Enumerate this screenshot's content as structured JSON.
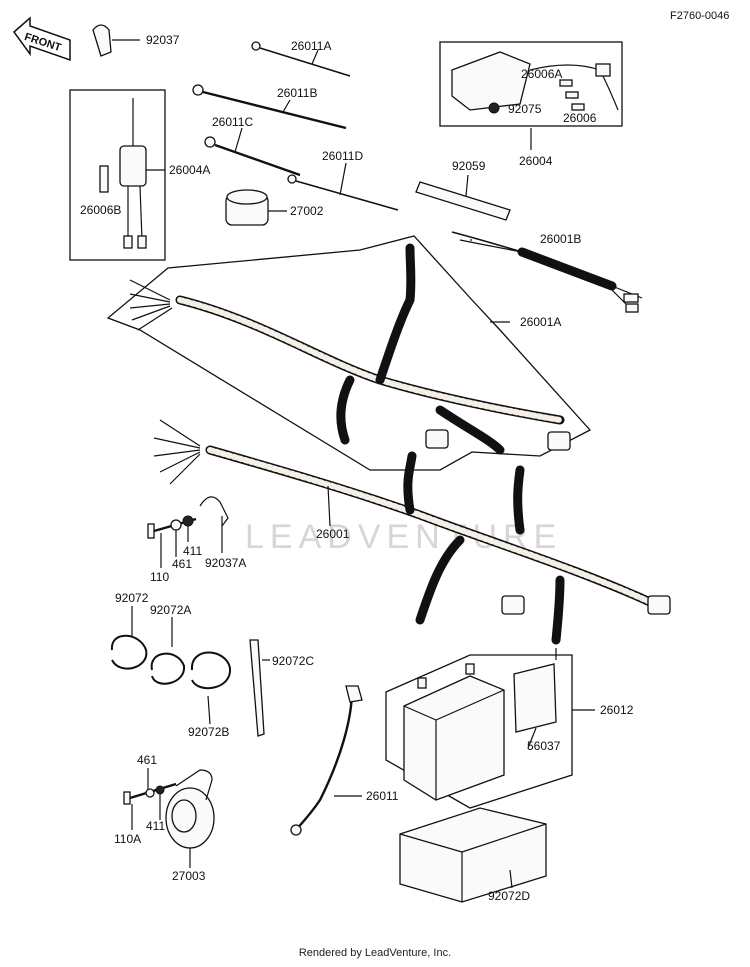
{
  "diagram_code": "F2760-0046",
  "front_label": "FRONT",
  "watermark": "LEADVENTURE",
  "footer": "Rendered by LeadVenture, Inc.",
  "parts": {
    "p92037": "92037",
    "p26011A": "26011A",
    "p26011B": "26011B",
    "p26011C": "26011C",
    "p26011D": "26011D",
    "p26004A": "26004A",
    "p26006B": "26006B",
    "p27002": "27002",
    "p26006A": "26006A",
    "p92075": "92075",
    "p26006": "26006",
    "p26004": "26004",
    "p92059": "92059",
    "p26001B": "26001B",
    "p26001A": "26001A",
    "p26001": "26001",
    "p411a": "411",
    "p461a": "461",
    "p110": "110",
    "p92037A": "92037A",
    "p92072": "92072",
    "p92072A": "92072A",
    "p92072B": "92072B",
    "p92072C": "92072C",
    "p26012": "26012",
    "p56037": "56037",
    "p26011": "26011",
    "p461b": "461",
    "p411b": "411",
    "p110A": "110A",
    "p27003": "27003",
    "p92072D": "92072D"
  }
}
